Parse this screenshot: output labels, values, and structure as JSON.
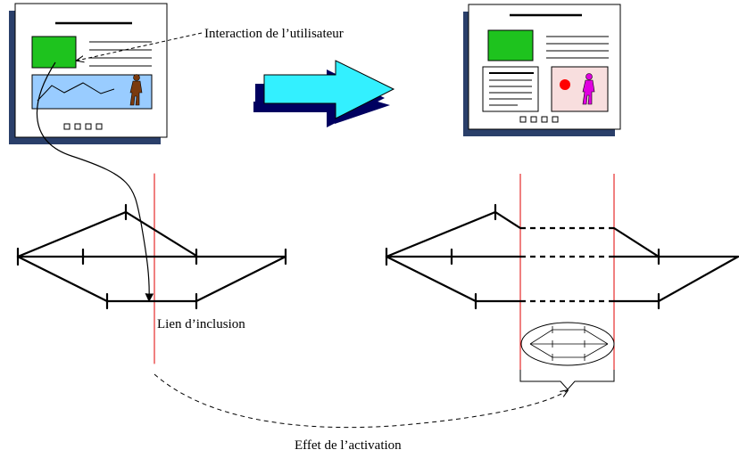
{
  "labels": {
    "interaction": "Interaction de l’utilisateur",
    "inclusion": "Lien d’inclusion",
    "activation": "Effet de l’activation"
  },
  "colors": {
    "media_green": "#1ec31e",
    "scene_blue": "#99ccff",
    "figure_brown": "#7a3a0e",
    "figure_magenta": "#e000e0",
    "panel_pink": "#f8dede",
    "dot_red": "#ff0000",
    "arrow_cyan": "#33f0ff",
    "arrow_shadow": "#000060",
    "doc_shadow": "#2a3f6a",
    "marker_red": "#e00000"
  },
  "icons": [
    "hiker-icon",
    "pointer-arrow-icon",
    "transition-arrow-icon"
  ]
}
